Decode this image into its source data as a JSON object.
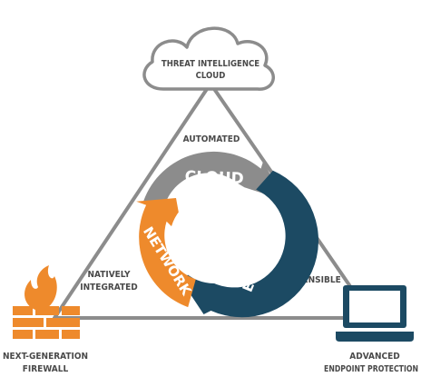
{
  "nodes": {
    "cloud": {
      "line1": "THREAT INTELLIGENCE",
      "line2": "CLOUD"
    },
    "firewall": {
      "line1": "NEXT-GENERATION",
      "line2": "FIREWALL"
    },
    "endpoint": {
      "line1": "ADVANCED",
      "line2": "ENDPOINT PROTECTION"
    }
  },
  "edges": {
    "top": "AUTOMATED",
    "left_line1": "NATIVELY",
    "left_line2": "INTEGRATED",
    "right": "EXTENSIBLE"
  },
  "cycle": {
    "segments": [
      {
        "label": "CLOUD",
        "color": "#8c8c8c"
      },
      {
        "label": "ENDPOINT",
        "color": "#1c4a63"
      },
      {
        "label": "NETWORK",
        "color": "#ee8a2c"
      }
    ]
  },
  "colors": {
    "triangle": "#8c8c8c",
    "firewall": "#ee8a2c",
    "laptop": "#1c4a63",
    "text": "#4a4a4a"
  }
}
